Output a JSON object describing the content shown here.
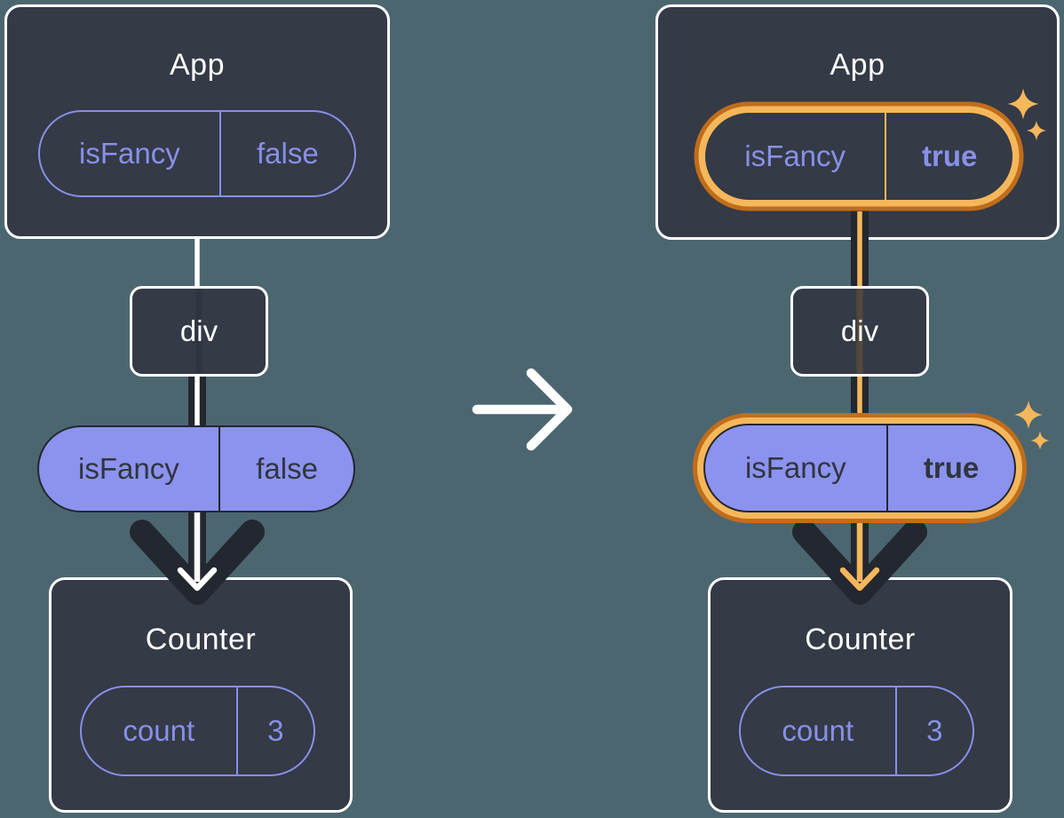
{
  "colors": {
    "background": "#4c6670",
    "card": "#343a46",
    "ink": "#23272f",
    "white": "#ffffff",
    "purple": "#8890e8",
    "purple_fill": "#8b93ee",
    "text_on_purple": "#30353f",
    "orange": "#f5b75b",
    "orange_dark": "#c06d1b"
  },
  "left": {
    "app": {
      "title": "App",
      "state_pill": {
        "name": "isFancy",
        "value": "false"
      }
    },
    "div_box": {
      "label": "div"
    },
    "prop_pill": {
      "name": "isFancy",
      "value": "false"
    },
    "counter": {
      "title": "Counter",
      "state_pill": {
        "name": "count",
        "value": "3"
      }
    }
  },
  "right": {
    "app": {
      "title": "App",
      "state_pill": {
        "name": "isFancy",
        "value": "true",
        "highlighted": true
      }
    },
    "div_box": {
      "label": "div"
    },
    "prop_pill": {
      "name": "isFancy",
      "value": "true",
      "highlighted": true
    },
    "counter": {
      "title": "Counter",
      "state_pill": {
        "name": "count",
        "value": "3"
      }
    }
  }
}
